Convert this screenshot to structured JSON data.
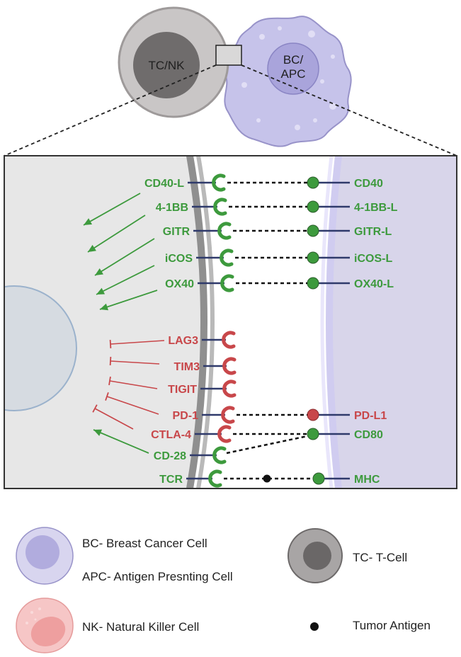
{
  "colors": {
    "stimulatory": "#3d9a3d",
    "inhibitory": "#c8474a",
    "receptor_stem": "#2f3a6b",
    "tcell_outer": "#9e9a9a",
    "tcell_inner": "#6f6c6c",
    "cancer_cell": "#c6c3ea",
    "cancer_nucleus": "#a9a4db",
    "nk_cell": "#f6c6c6",
    "nk_nucleus": "#ee9f9f",
    "antigen": "#111111"
  },
  "top": {
    "tcell_label": "TC/NK",
    "bc_label_line1": "BC/",
    "bc_label_line2": "APC"
  },
  "pairs": [
    {
      "receptor": "CD40-L",
      "ligand": "CD40",
      "kind": "stim"
    },
    {
      "receptor": "4-1BB",
      "ligand": "4-1BB-L",
      "kind": "stim"
    },
    {
      "receptor": "GITR",
      "ligand": "GITR-L",
      "kind": "stim"
    },
    {
      "receptor": "iCOS",
      "ligand": "iCOS-L",
      "kind": "stim"
    },
    {
      "receptor": "OX40",
      "ligand": "OX40-L",
      "kind": "stim"
    },
    {
      "receptor": "LAG3",
      "ligand": "",
      "kind": "inhib"
    },
    {
      "receptor": "TIM3",
      "ligand": "",
      "kind": "inhib"
    },
    {
      "receptor": "TIGIT",
      "ligand": "",
      "kind": "inhib"
    },
    {
      "receptor": "PD-1",
      "ligand": "PD-L1",
      "kind": "inhib"
    },
    {
      "receptor": "CTLA-4",
      "ligand": "CD80",
      "kind": "inhib"
    },
    {
      "receptor": "CD-28",
      "ligand": "",
      "kind": "stim"
    },
    {
      "receptor": "TCR",
      "ligand": "MHC",
      "kind": "stim"
    }
  ],
  "legend": {
    "bc": "BC- Breast Cancer Cell",
    "apc": "APC- Antigen Presnting Cell",
    "nk": "NK- Natural Killer Cell",
    "tc": "TC- T-Cell",
    "antigen": "Tumor Antigen"
  }
}
